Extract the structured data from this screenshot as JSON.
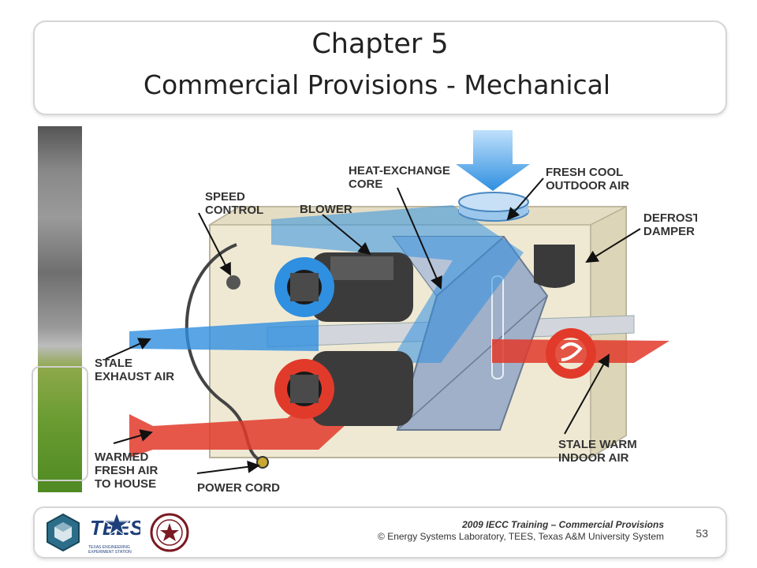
{
  "slide": {
    "title_line1": "Chapter 5",
    "title_line2": "Commercial Provisions - Mechanical"
  },
  "diagram": {
    "labels": {
      "heat_exchange_core_1": "HEAT-EXCHANGE",
      "heat_exchange_core_2": "CORE",
      "fresh_cool_1": "FRESH COOL",
      "fresh_cool_2": "OUTDOOR AIR",
      "speed_control_1": "SPEED",
      "speed_control_2": "CONTROL",
      "blower": "BLOWER",
      "defrost_1": "DEFROST",
      "defrost_2": "DAMPER",
      "stale_exhaust_1": "STALE",
      "stale_exhaust_2": "EXHAUST AIR",
      "warmed_1": "WARMED",
      "warmed_2": "FRESH AIR",
      "warmed_3": "TO HOUSE",
      "power_cord": "POWER CORD",
      "stale_warm_1": "STALE WARM",
      "stale_warm_2": "INDOOR AIR"
    },
    "colors": {
      "cool_air": "#2f8fe0",
      "warm_air": "#e23a2a",
      "housing": "#efe9d4"
    }
  },
  "footer": {
    "line1": "2009 IECC Training – Commercial Provisions",
    "line2": "© Energy Systems Laboratory, TEES, Texas A&M University System",
    "page_number": "53",
    "logos": [
      "esl-cube-logo",
      "tees-star-logo",
      "texas-am-seal-logo"
    ],
    "tees_text": "TEES",
    "tees_caption": "TEXAS ENGINEERING EXPERIMENT STATION"
  }
}
